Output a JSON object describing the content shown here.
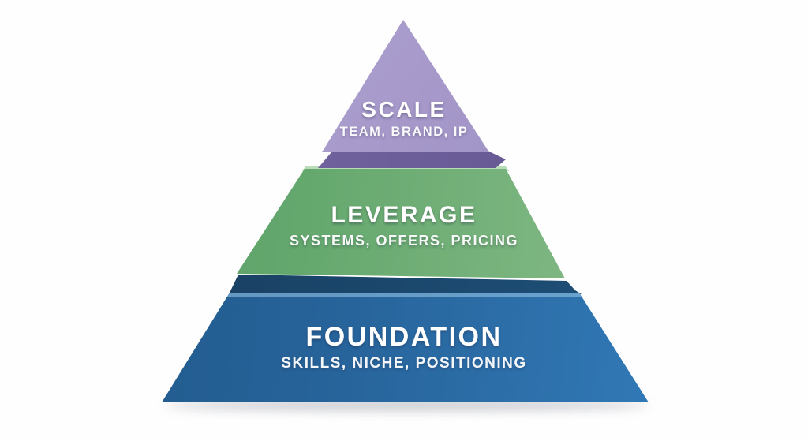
{
  "diagram": {
    "type": "pyramid",
    "levels": 3,
    "background_color": "#ffffff",
    "tiers": [
      {
        "rank": 1,
        "position": "top",
        "title": "SCALE",
        "subtitle": "TEAM, BRAND, IP",
        "face_color": "#a295c7",
        "side_color": "#6a5c97"
      },
      {
        "rank": 2,
        "position": "middle",
        "title": "LEVERAGE",
        "subtitle": "SYSTEMS, OFFERS, PRICING",
        "face_color": "#6fae77",
        "side_color": "#b7dcb7"
      },
      {
        "rank": 3,
        "position": "bottom",
        "title": "FOUNDATION",
        "subtitle": "SKILLS, NICHE, POSITIONING",
        "face_color": "#2b6ba3",
        "side_color": "#1c4a70"
      }
    ],
    "text_color": "#ffffff"
  }
}
